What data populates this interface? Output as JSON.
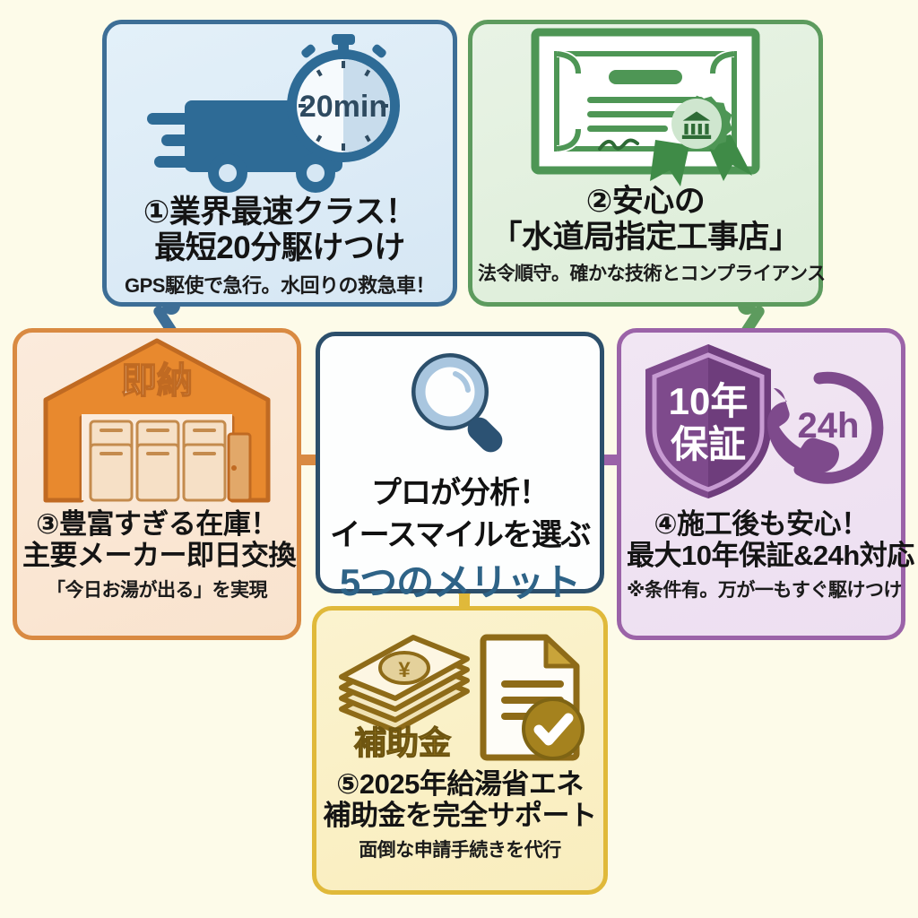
{
  "theme": {
    "background": "#FDFBE9",
    "blue": "#3D6E96",
    "green": "#5D9B5E",
    "orange": "#D98A42",
    "purple": "#9B63A8",
    "yellow": "#E0B93A",
    "hub_border": "#2C4F6B",
    "hub_accent": "#2E6387"
  },
  "hub": {
    "icon": "magnifying-glass-icon",
    "line1": "プロが分析！",
    "line2": "イースマイルを選ぶ",
    "line3": "5つのメリット"
  },
  "cards": [
    {
      "id": "card1",
      "number": "①",
      "color": "#3D6E96",
      "icon": "delivery-truck-stopwatch-icon",
      "icon_badge": "20min",
      "headline_line1": "①業界最速クラス！",
      "headline_line2": "最短20分駆けつけ",
      "sub": "GPS駆使で急行。水回りの救急車！"
    },
    {
      "id": "card2",
      "number": "②",
      "color": "#5D9B5E",
      "icon": "certificate-seal-icon",
      "headline_line1": "②安心の",
      "headline_line2": "「水道局指定工事店」",
      "sub": "法令順守。確かな技術とコンプライアンス"
    },
    {
      "id": "card3",
      "number": "③",
      "color": "#D98A42",
      "icon": "warehouse-stock-icon",
      "icon_badge": "即納",
      "headline_line1": "③豊富すぎる在庫！",
      "headline_line2": "主要メーカー即日交換",
      "sub": "「今日お湯が出る」を実現"
    },
    {
      "id": "card4",
      "number": "④",
      "color": "#9B63A8",
      "icon": "shield-phone-icon",
      "icon_badge_shield_line1": "10年",
      "icon_badge_shield_line2": "保証",
      "icon_badge_phone": "24h",
      "headline_line1": "④施工後も安心！",
      "headline_line2": "最大10年保証&24h対応",
      "sub": "※条件有。万が一もすぐ駆けつけ"
    },
    {
      "id": "card5",
      "number": "⑤",
      "color": "#E0B93A",
      "icon": "subsidy-money-document-icon",
      "icon_badge": "補助金",
      "headline_line1": "⑤2025年給湯省エネ",
      "headline_line2": "補助金を完全サポート",
      "sub": "面倒な申請手続きを代行"
    }
  ],
  "connectors": [
    {
      "name": "hub-to-card1",
      "color": "#3D6E96"
    },
    {
      "name": "hub-to-card2",
      "color": "#5D9B5E"
    },
    {
      "name": "hub-to-card3",
      "color": "#D98A42"
    },
    {
      "name": "hub-to-card4",
      "color": "#9B63A8"
    },
    {
      "name": "hub-to-card5",
      "color": "#E0B93A"
    }
  ]
}
